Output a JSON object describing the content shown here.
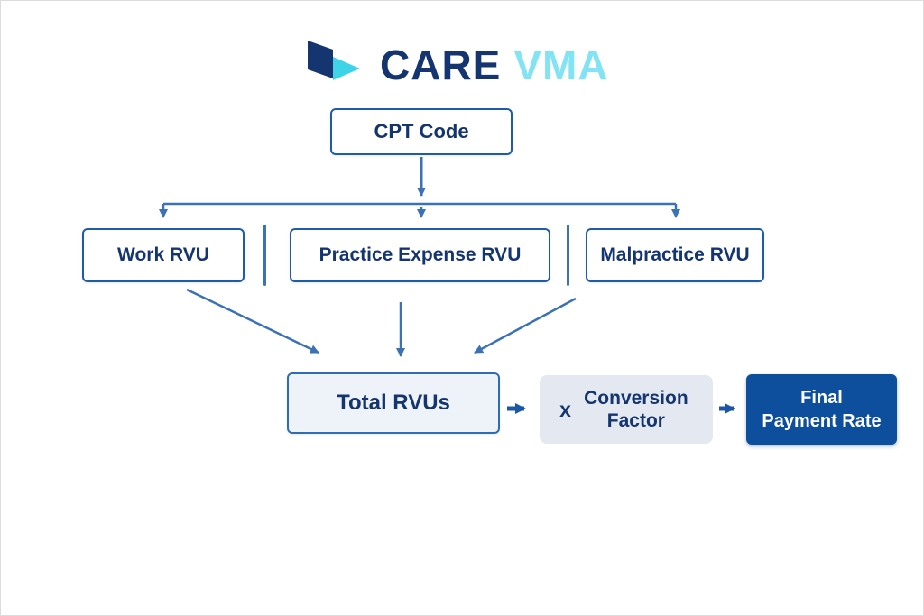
{
  "brand": {
    "name_primary": "CARE",
    "name_secondary": "VMA"
  },
  "diagram": {
    "cpt": {
      "label": "CPT Code"
    },
    "work_rvu": {
      "label": "Work RVU"
    },
    "practice_rvu": {
      "label": "Practice Expense RVU"
    },
    "malpractice_rvu": {
      "label": "Malpractice RVU"
    },
    "total_rvus": {
      "label": "Total RVUs"
    },
    "conversion": {
      "multiplier": "x",
      "label": "Conversion Factor"
    },
    "final": {
      "line1": "Final",
      "line2": "Payment Rate"
    }
  },
  "colors": {
    "navy_text": "#14356f",
    "box_border_blue": "#1e5ca8",
    "arrow_blue": "#3a72b5",
    "thick_arrow_blue": "#1b57a5",
    "logo_cyan": "#82e4f2",
    "final_box_bg": "#0d4f9d",
    "total_box_bg": "#eef3f9",
    "conversion_box_bg": "#e4e8f0"
  }
}
